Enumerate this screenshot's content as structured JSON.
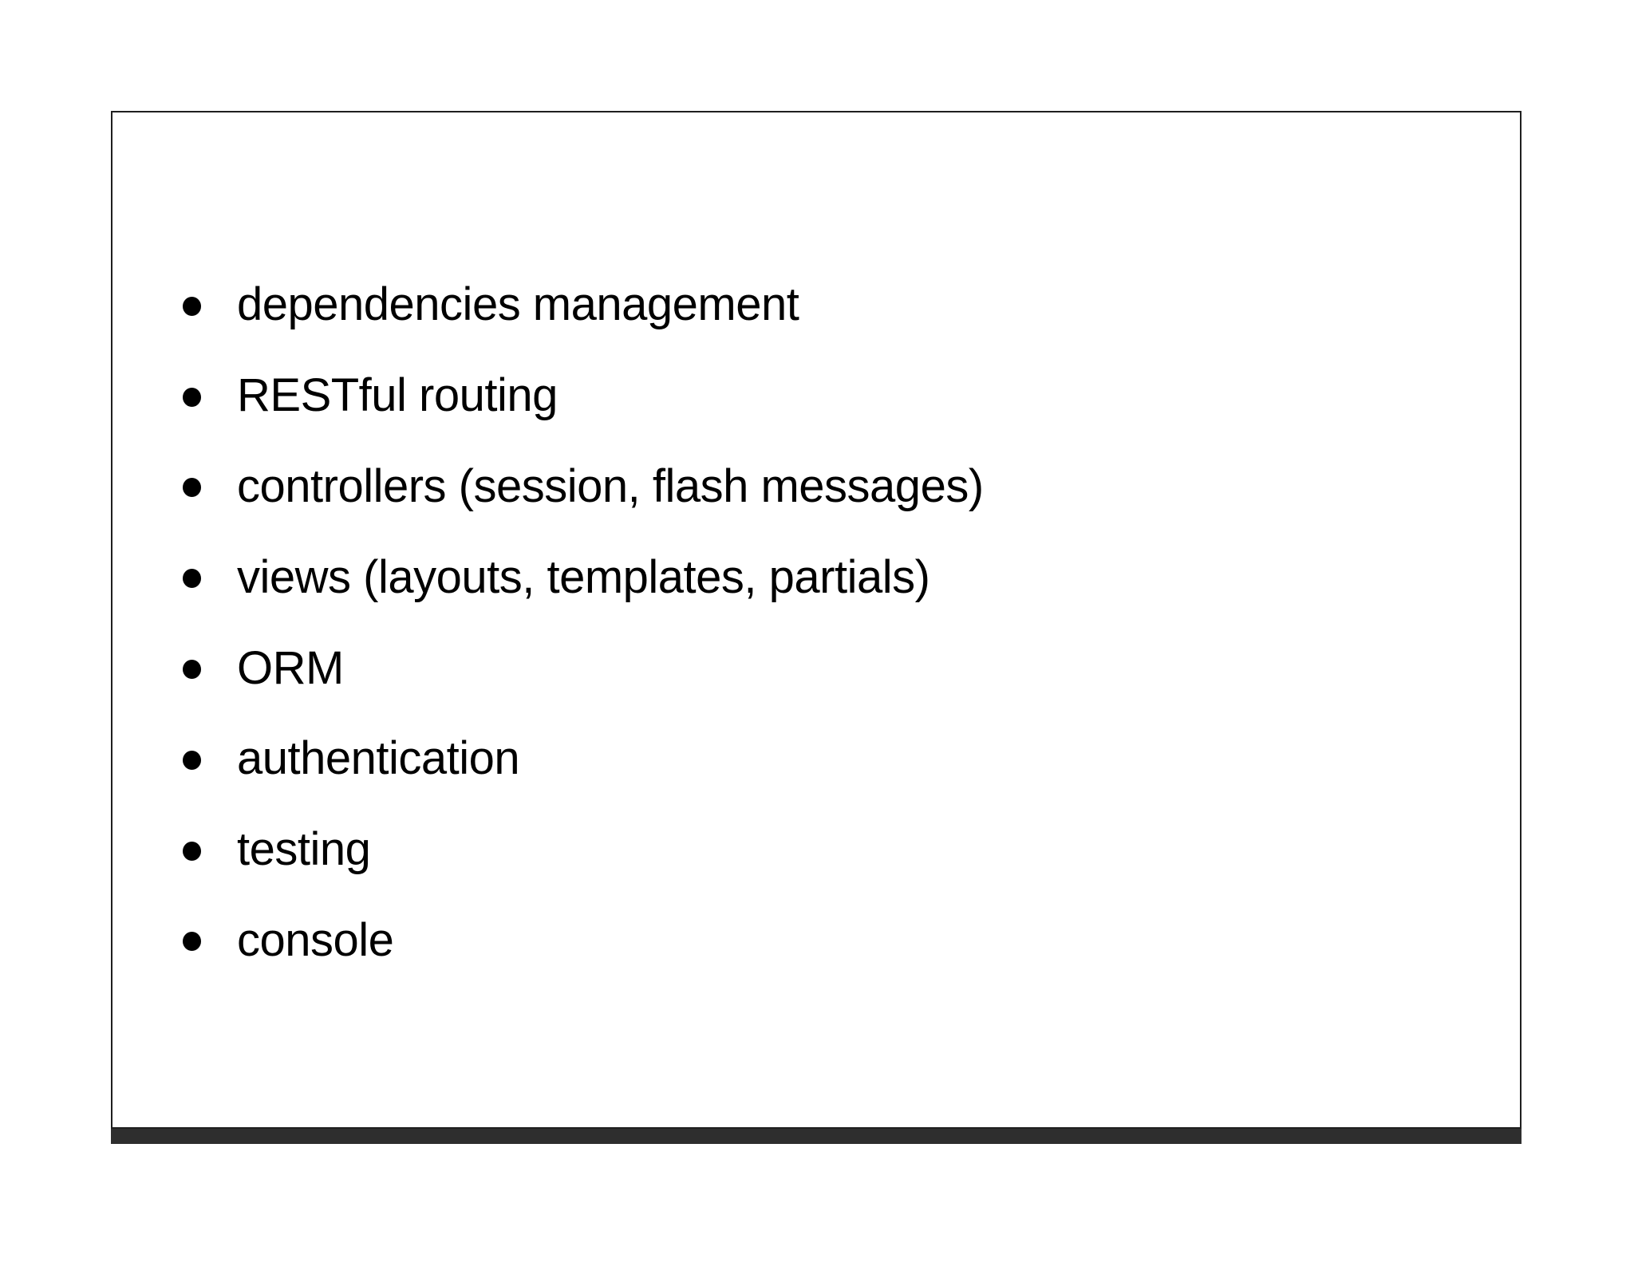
{
  "slide": {
    "bullet_items": [
      "dependencies management",
      "RESTful routing",
      "controllers (session, flash messages)",
      "views (layouts, templates, partials)",
      "ORM",
      "authentication",
      "testing",
      "console"
    ],
    "colors": {
      "background": "#ffffff",
      "frame-border": "#1f1f1f",
      "text": "#000000",
      "bullet": "#000000",
      "footer-bar": "#2e2e2e"
    }
  }
}
